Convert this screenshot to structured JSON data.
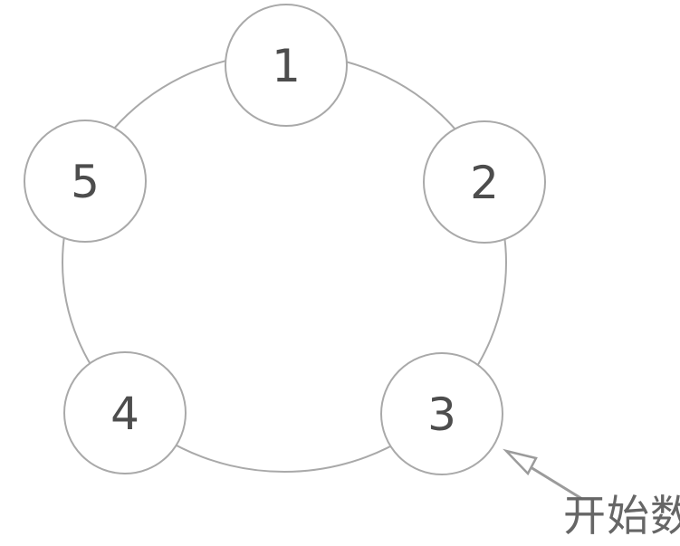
{
  "diagram": {
    "nodes": [
      {
        "label": "1"
      },
      {
        "label": "2"
      },
      {
        "label": "3"
      },
      {
        "label": "4"
      },
      {
        "label": "5"
      }
    ],
    "annotation": {
      "label": "开始数",
      "target_node": "3"
    },
    "colors": {
      "background": "#ffffff",
      "outline": "#a9a9a9",
      "node_fill": "#ffffff",
      "number": "#4d4d4d",
      "arrow": "#9b9b9b",
      "annotation_text": "#666666"
    }
  }
}
